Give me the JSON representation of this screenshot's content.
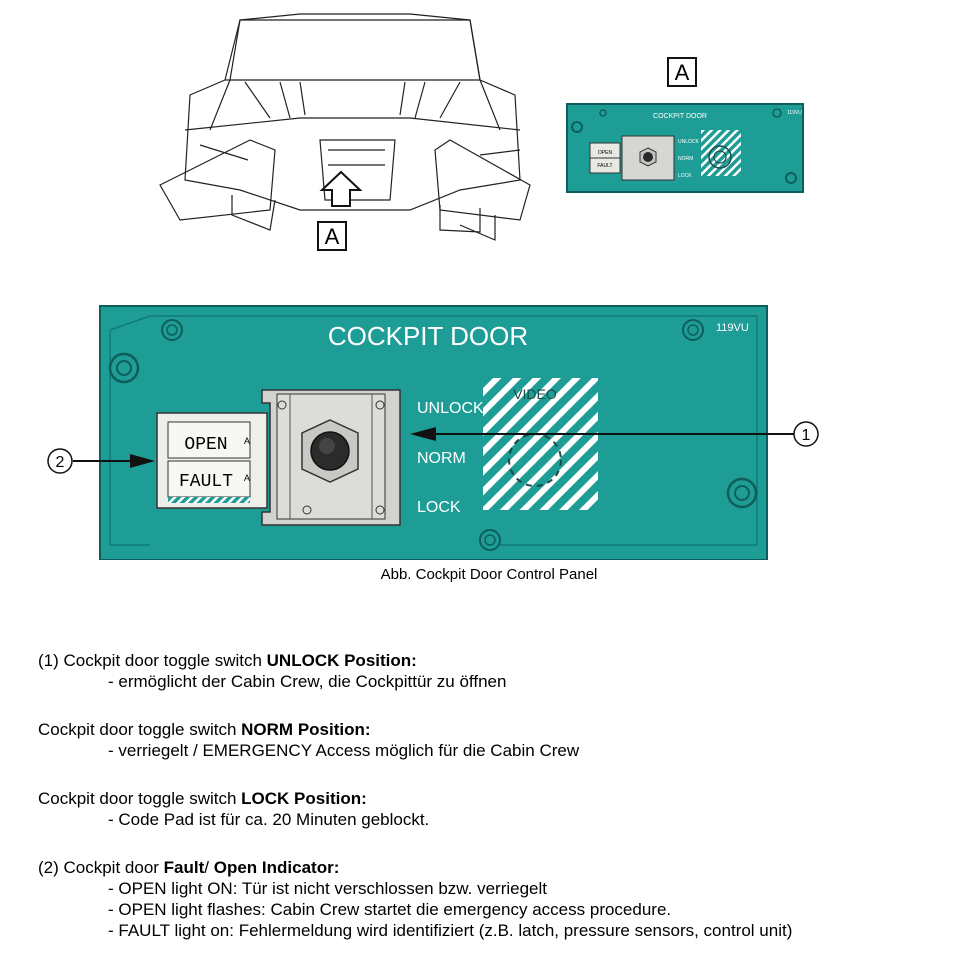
{
  "figure": {
    "location_marker": "A",
    "small_panel": {
      "title": "COCKPIT DOOR",
      "open_label": "OPEN",
      "fault_label": "FAULT",
      "unlock_label": "UNLOCK",
      "norm_label": "NORM",
      "lock_label": "LOCK",
      "panel_id": "119VU"
    },
    "big_panel": {
      "title": "COCKPIT DOOR",
      "panel_id": "119VU",
      "open_label": "OPEN",
      "fault_label": "FAULT",
      "light_suffix": "A",
      "unlock_label": "UNLOCK",
      "norm_label": "NORM",
      "lock_label": "LOCK",
      "video_label": "VIDEO"
    },
    "callout_1": "1",
    "callout_2": "2",
    "colors": {
      "panel": "#1e9c96",
      "panel_dark": "#117a75",
      "panel_text": "#ffffff"
    }
  },
  "caption": "Abb. Cockpit Door Control Panel",
  "sections": [
    {
      "pre": "(1) Cockpit door toggle switch ",
      "bold": "UNLOCK Position:",
      "items": [
        "- ermöglicht der Cabin Crew, die Cockpittür zu öffnen"
      ]
    },
    {
      "pre": "Cockpit door toggle switch ",
      "bold": "NORM Position:",
      "items": [
        "- verriegelt / EMERGENCY Access möglich für die Cabin Crew"
      ]
    },
    {
      "pre": "Cockpit door toggle switch ",
      "bold": "LOCK Position:",
      "items": [
        "- Code Pad ist für ca. 20 Minuten geblockt."
      ]
    },
    {
      "pre": "(2) Cockpit door ",
      "bold": "Fault",
      "mid": "/ ",
      "bold2": "Open Indicator:",
      "items": [
        "- OPEN light ON: Tür ist nicht verschlossen bzw. verriegelt",
        "- OPEN light flashes: Cabin Crew startet die emergency access procedure.",
        "- FAULT light on: Fehlermeldung wird identifiziert (z.B. latch, pressure sensors, control unit)"
      ]
    }
  ]
}
